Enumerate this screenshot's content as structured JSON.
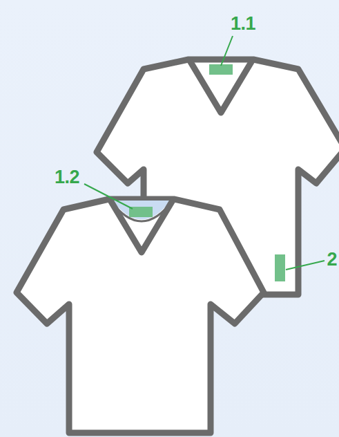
{
  "diagram": {
    "labels": [
      "1.1",
      "1.2",
      "2"
    ]
  }
}
